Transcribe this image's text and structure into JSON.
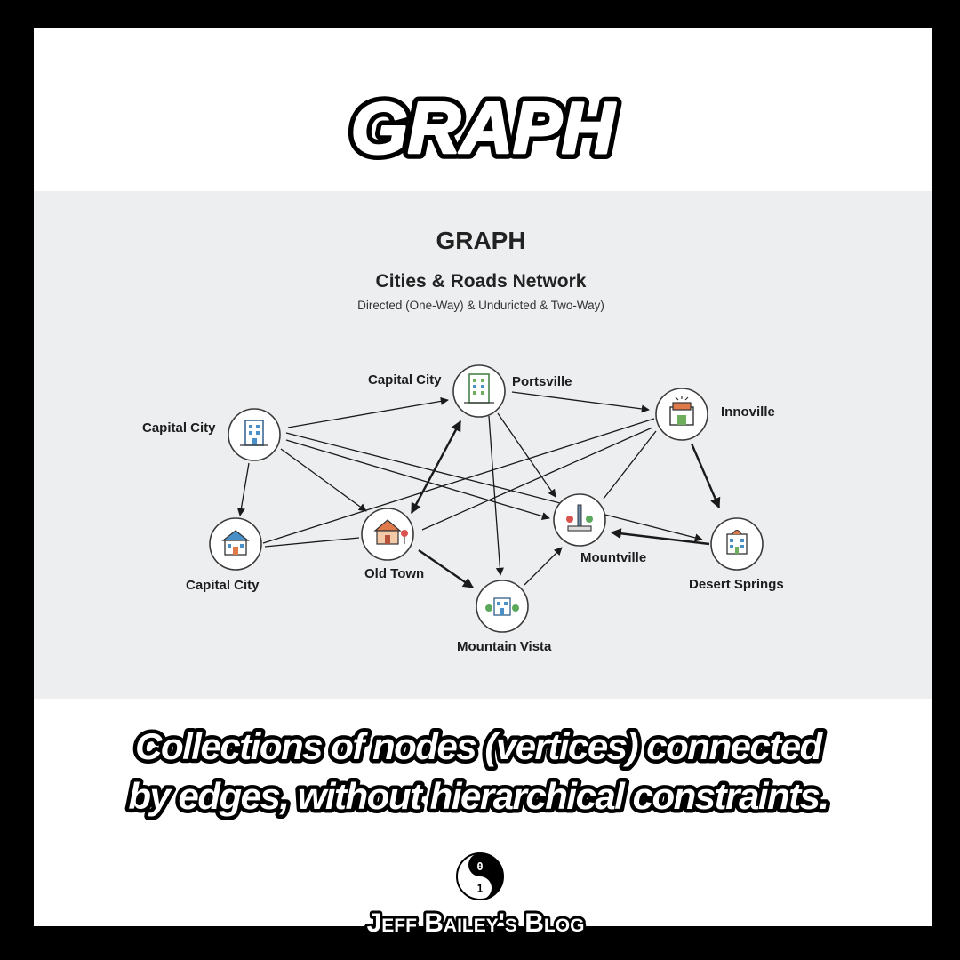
{
  "header": {
    "title": "GRAPH"
  },
  "diagram": {
    "title": "GRAPH",
    "subtitle": "Cities & Roads Network",
    "note": "Directed (One-Way) & Unduricted & Two-Way)",
    "labels": {
      "capital_city_left": "Capital City",
      "capital_city_top": "Capital City",
      "portsville": "Portsville",
      "innoville": "Innoville",
      "capital_city_bottom": "Capital City",
      "old_town": "Old Town",
      "mountville": "Mountville",
      "desert_springs": "Desert Springs",
      "mountain_vista": "Mountain Vista"
    },
    "colors": {
      "building_blue": "#4a90c8",
      "building_green": "#6fae5c",
      "roof_orange": "#e07a4a",
      "tree_red": "#d9534f",
      "tree_green": "#5aa85a",
      "panel_bg": "#eceef0"
    }
  },
  "caption": {
    "line1": "Collections of nodes (vertices) connected",
    "line2": "by edges, without hierarchical constraints."
  },
  "footer": {
    "logo_top": "0",
    "logo_bottom": "1",
    "brand": "Jeff Bailey's Blog"
  }
}
